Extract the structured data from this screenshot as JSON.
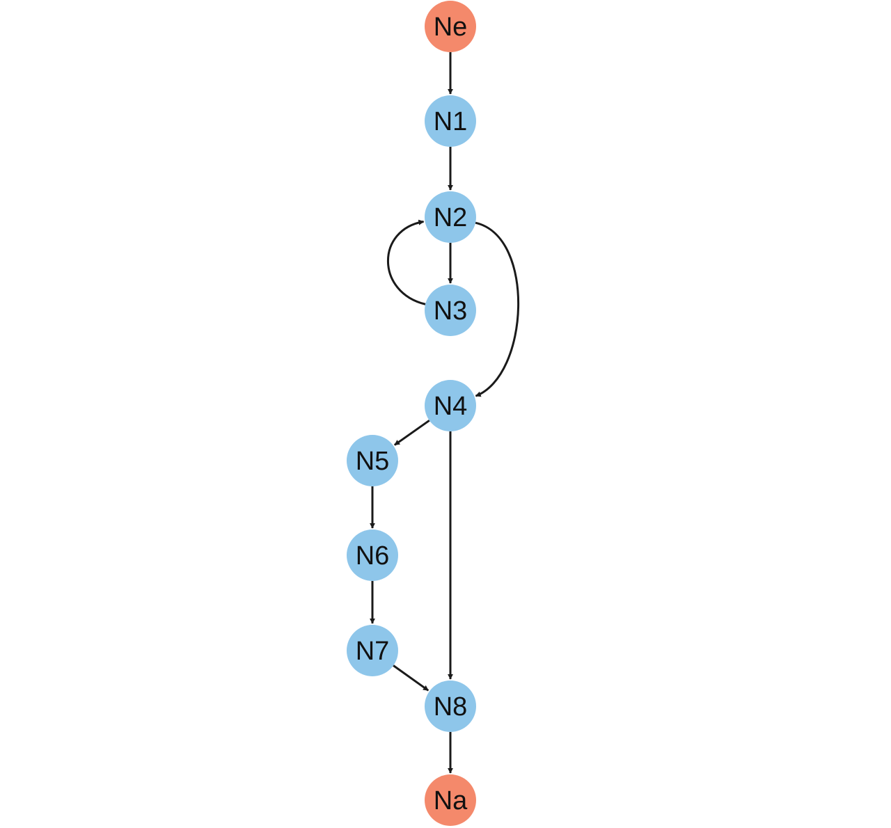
{
  "colors": {
    "terminal_node": "#f4896b",
    "inner_node": "#8ec6ea",
    "edge": "#1a1a1a",
    "label": "#111111"
  },
  "nodes": [
    {
      "id": "Ne",
      "label": "Ne",
      "kind": "terminal"
    },
    {
      "id": "N1",
      "label": "N1",
      "kind": "inner"
    },
    {
      "id": "N2",
      "label": "N2",
      "kind": "inner"
    },
    {
      "id": "N3",
      "label": "N3",
      "kind": "inner"
    },
    {
      "id": "N4",
      "label": "N4",
      "kind": "inner"
    },
    {
      "id": "N5",
      "label": "N5",
      "kind": "inner"
    },
    {
      "id": "N6",
      "label": "N6",
      "kind": "inner"
    },
    {
      "id": "N7",
      "label": "N7",
      "kind": "inner"
    },
    {
      "id": "N8",
      "label": "N8",
      "kind": "inner"
    },
    {
      "id": "Na",
      "label": "Na",
      "kind": "terminal"
    }
  ],
  "edges": [
    {
      "from": "Ne",
      "to": "N1"
    },
    {
      "from": "N1",
      "to": "N2"
    },
    {
      "from": "N2",
      "to": "N3"
    },
    {
      "from": "N3",
      "to": "N2"
    },
    {
      "from": "N2",
      "to": "N4"
    },
    {
      "from": "N4",
      "to": "N5"
    },
    {
      "from": "N4",
      "to": "N8"
    },
    {
      "from": "N5",
      "to": "N6"
    },
    {
      "from": "N6",
      "to": "N7"
    },
    {
      "from": "N7",
      "to": "N8"
    },
    {
      "from": "N8",
      "to": "Na"
    }
  ]
}
